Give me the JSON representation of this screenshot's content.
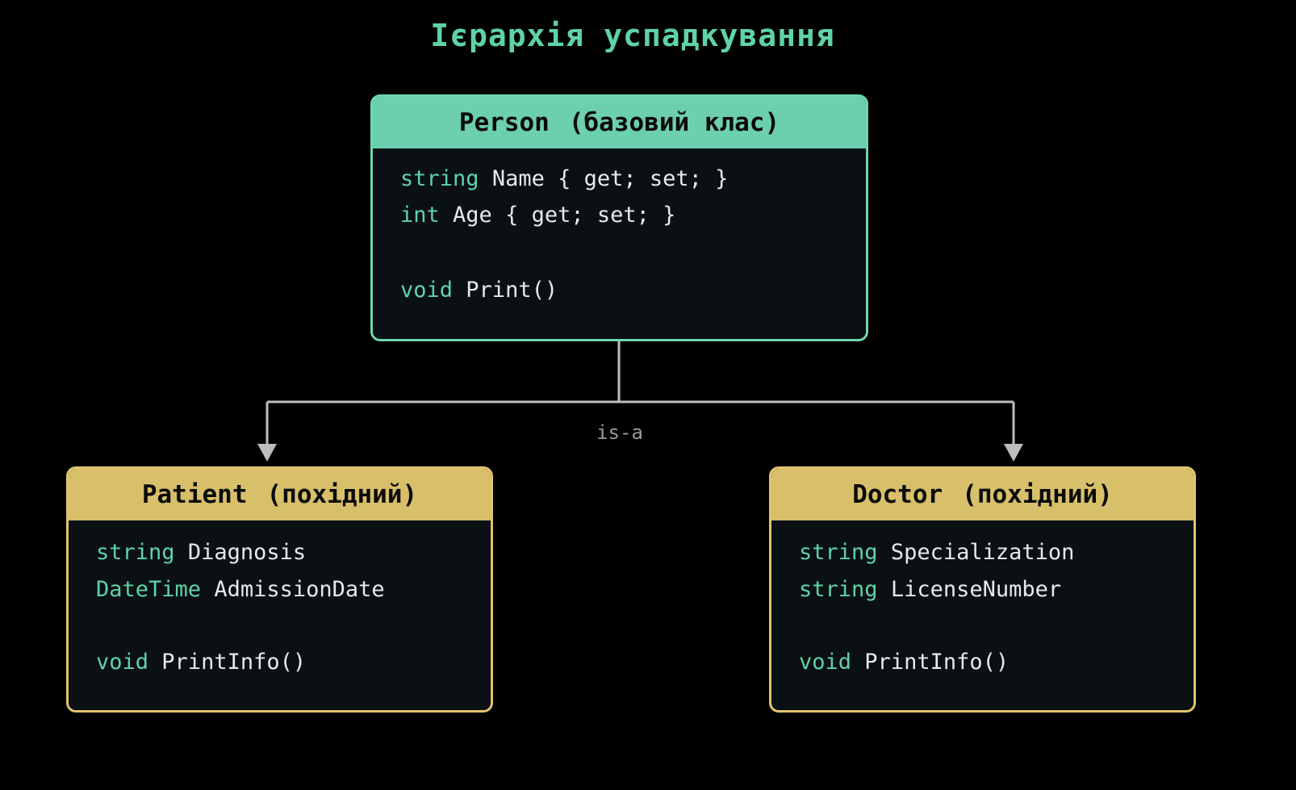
{
  "title": "Ієрархія успадкування",
  "relation_label": "is-a",
  "colors": {
    "base_accent": "#6ccfae",
    "derived_accent": "#d8c06a",
    "keyword": "#5fd3a6",
    "connector": "#bdbdbd"
  },
  "base_class": {
    "name": "Person",
    "tag": "(базовий клас)",
    "members": [
      {
        "type": "string",
        "rest": "Name { get; set; }"
      },
      {
        "type": "int",
        "rest": "Age { get; set; }"
      },
      {
        "type": "void",
        "rest": "Print()"
      }
    ]
  },
  "derived_classes": [
    {
      "name": "Patient",
      "tag": "(похідний)",
      "members": [
        {
          "type": "string",
          "rest": "Diagnosis"
        },
        {
          "type": "DateTime",
          "rest": "AdmissionDate"
        },
        {
          "type": "void",
          "rest": "PrintInfo()"
        }
      ]
    },
    {
      "name": "Doctor",
      "tag": "(похідний)",
      "members": [
        {
          "type": "string",
          "rest": "Specialization"
        },
        {
          "type": "string",
          "rest": "LicenseNumber"
        },
        {
          "type": "void",
          "rest": "PrintInfo()"
        }
      ]
    }
  ]
}
